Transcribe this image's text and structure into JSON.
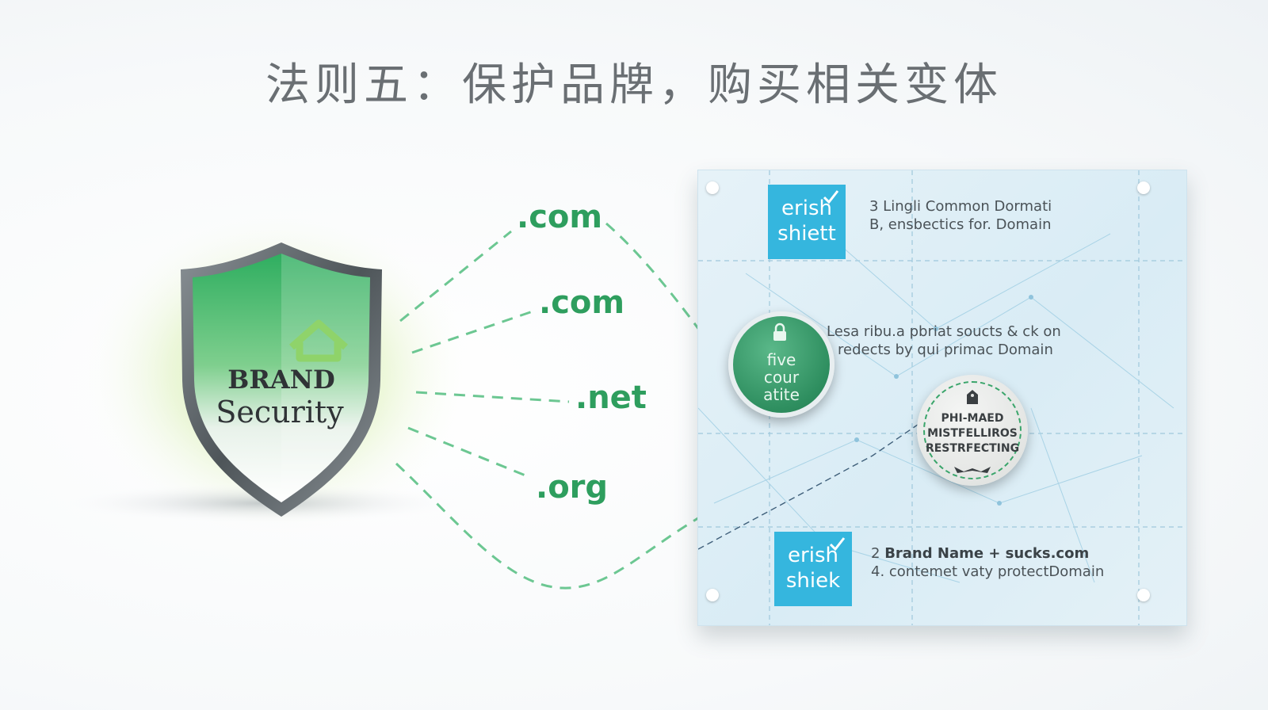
{
  "title": "法则五：保护品牌，购买相关变体",
  "shield": {
    "line1": "BRAND",
    "line2": "Security"
  },
  "domains": [
    ".com",
    ".com",
    ".net",
    ".org"
  ],
  "panel": {
    "logo_top": {
      "line1": "erish",
      "line2": "shiett"
    },
    "logo_bottom": {
      "line1": "erish",
      "line2": "shiek"
    },
    "text_top": {
      "line1": "3 Lingli Common Dormati",
      "line2": "B, ensbectics for. Domain"
    },
    "text_mid": {
      "line1": "Lesa ribu.a pbriat soucts & ck on",
      "line2": "redects by qui primac Domain"
    },
    "text_bottom": {
      "line1_prefix": "2 ",
      "line1_bold": "Brand Name + sucks.com",
      "line2": "4. contemet vaty protectDomain"
    },
    "badge_green": {
      "line1": "five",
      "line2": "cour",
      "line3": "atite"
    },
    "badge_grey": {
      "line1": "PHI-MAED",
      "line2": "MISTFELLIROS",
      "line3": "RESTRFECTING"
    }
  },
  "colors": {
    "accent_green": "#2e9e5e",
    "logo_blue": "#35b6de",
    "title_grey": "#6a6f73"
  }
}
